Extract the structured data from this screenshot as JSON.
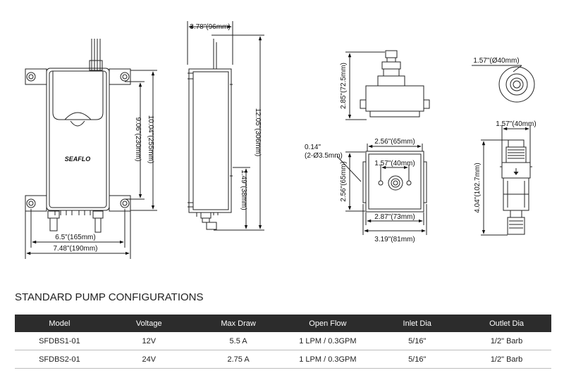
{
  "drawing": {
    "front": {
      "height_overall": "10.04\"(255mm)",
      "height_holes": "9.06\"(230mm)",
      "width_holes": "6.5\"(165mm)",
      "width_overall": "7.48\"(190mm)",
      "logo": "SEAFLO"
    },
    "side": {
      "depth": "3.78\"(96mm)",
      "height_total": "12.05\"(306mm)",
      "fitting_height": "1.49\"(38mm)"
    },
    "pump_head": {
      "height": "2.85\"(72.5mm)"
    },
    "mount_plate": {
      "hole_dia": "0.14\"",
      "hole_dia_metric": "(2-Ø3.5mm)",
      "top_width": "2.56\"(65mm)",
      "hole_spacing": "1.57\"(40mm)",
      "side_height": "2.56\"(65mm)",
      "base_width": "2.87\"(73mm)",
      "overall_width": "3.19\"(81mm)"
    },
    "filter_top": {
      "diameter": "1.57\"(Ø40mm)"
    },
    "filter_side": {
      "width": "1.57\"(40mm)",
      "height": "4.04\"(102.7mm)"
    }
  },
  "section": {
    "title": "STANDARD PUMP CONFIGURATIONS"
  },
  "table": {
    "headers": [
      "Model",
      "Voltage",
      "Max Draw",
      "Open Flow",
      "Inlet Dia",
      "Outlet Dia"
    ],
    "rows": [
      [
        "SFDBS1-01",
        "12V",
        "5.5 A",
        "1 LPM / 0.3GPM",
        "5/16\"",
        "1/2\" Barb"
      ],
      [
        "SFDBS2-01",
        "24V",
        "2.75 A",
        "1 LPM / 0.3GPM",
        "5/16\"",
        "1/2\" Barb"
      ]
    ]
  }
}
